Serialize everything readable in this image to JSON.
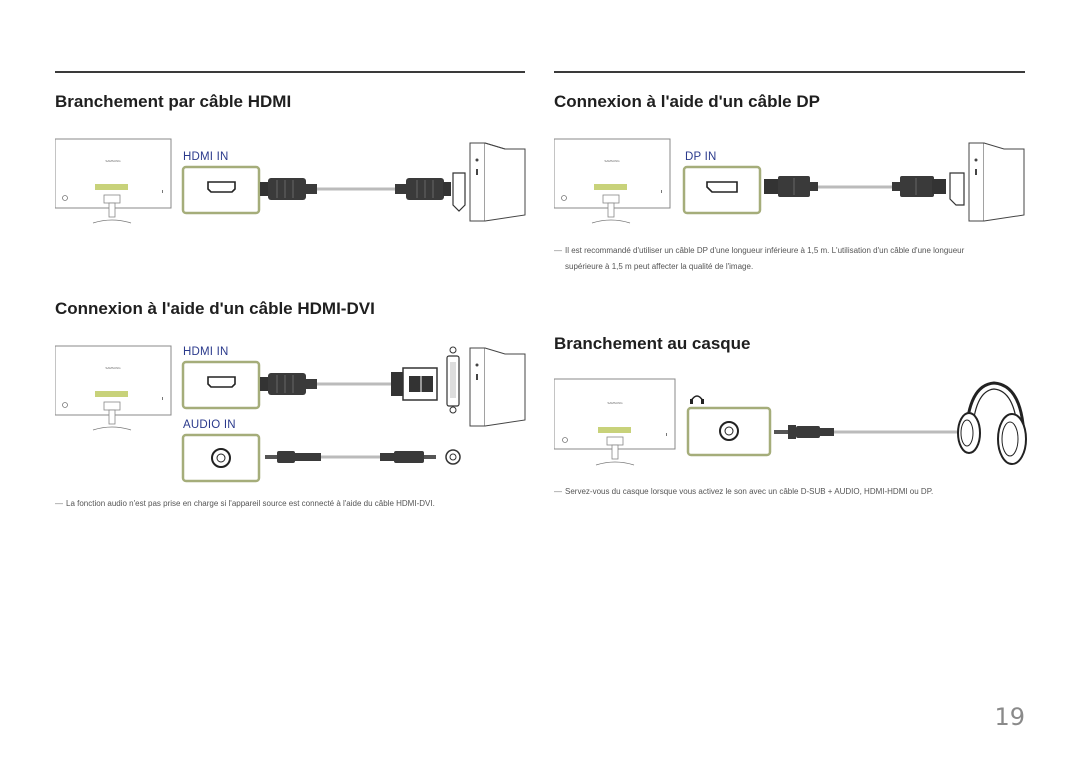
{
  "sections": {
    "hdmi": {
      "title": "Branchement par câble HDMI",
      "port_label": "HDMI IN"
    },
    "dp": {
      "title": "Connexion à l'aide d'un câble DP",
      "port_label": "DP IN",
      "note_line1": "Il est recommandé d'utiliser un câble DP d'une longueur inférieure à 1,5 m. L'utilisation d'un câble d'une longueur",
      "note_line2": "supérieure à 1,5 m peut affecter la qualité de l'image."
    },
    "hdmi_dvi": {
      "title": "Connexion à l'aide d'un câble HDMI-DVI",
      "port_label": "HDMI IN",
      "audio_label": "AUDIO IN",
      "note": "La fonction audio n'est pas prise en charge si l'appareil source est connecté à l'aide du câble HDMI-DVI."
    },
    "headphone": {
      "title": "Branchement au casque",
      "note": "Servez-vous du casque lorsque vous activez le son avec un câble D-SUB + AUDIO, HDMI-HDMI ou DP."
    }
  },
  "monitor_brand": "SAMSUNG",
  "page_number": "19",
  "colors": {
    "port_frame": "#a5ad7a",
    "port_label": "#2b3a8c",
    "rule": "#3a3a3a"
  }
}
